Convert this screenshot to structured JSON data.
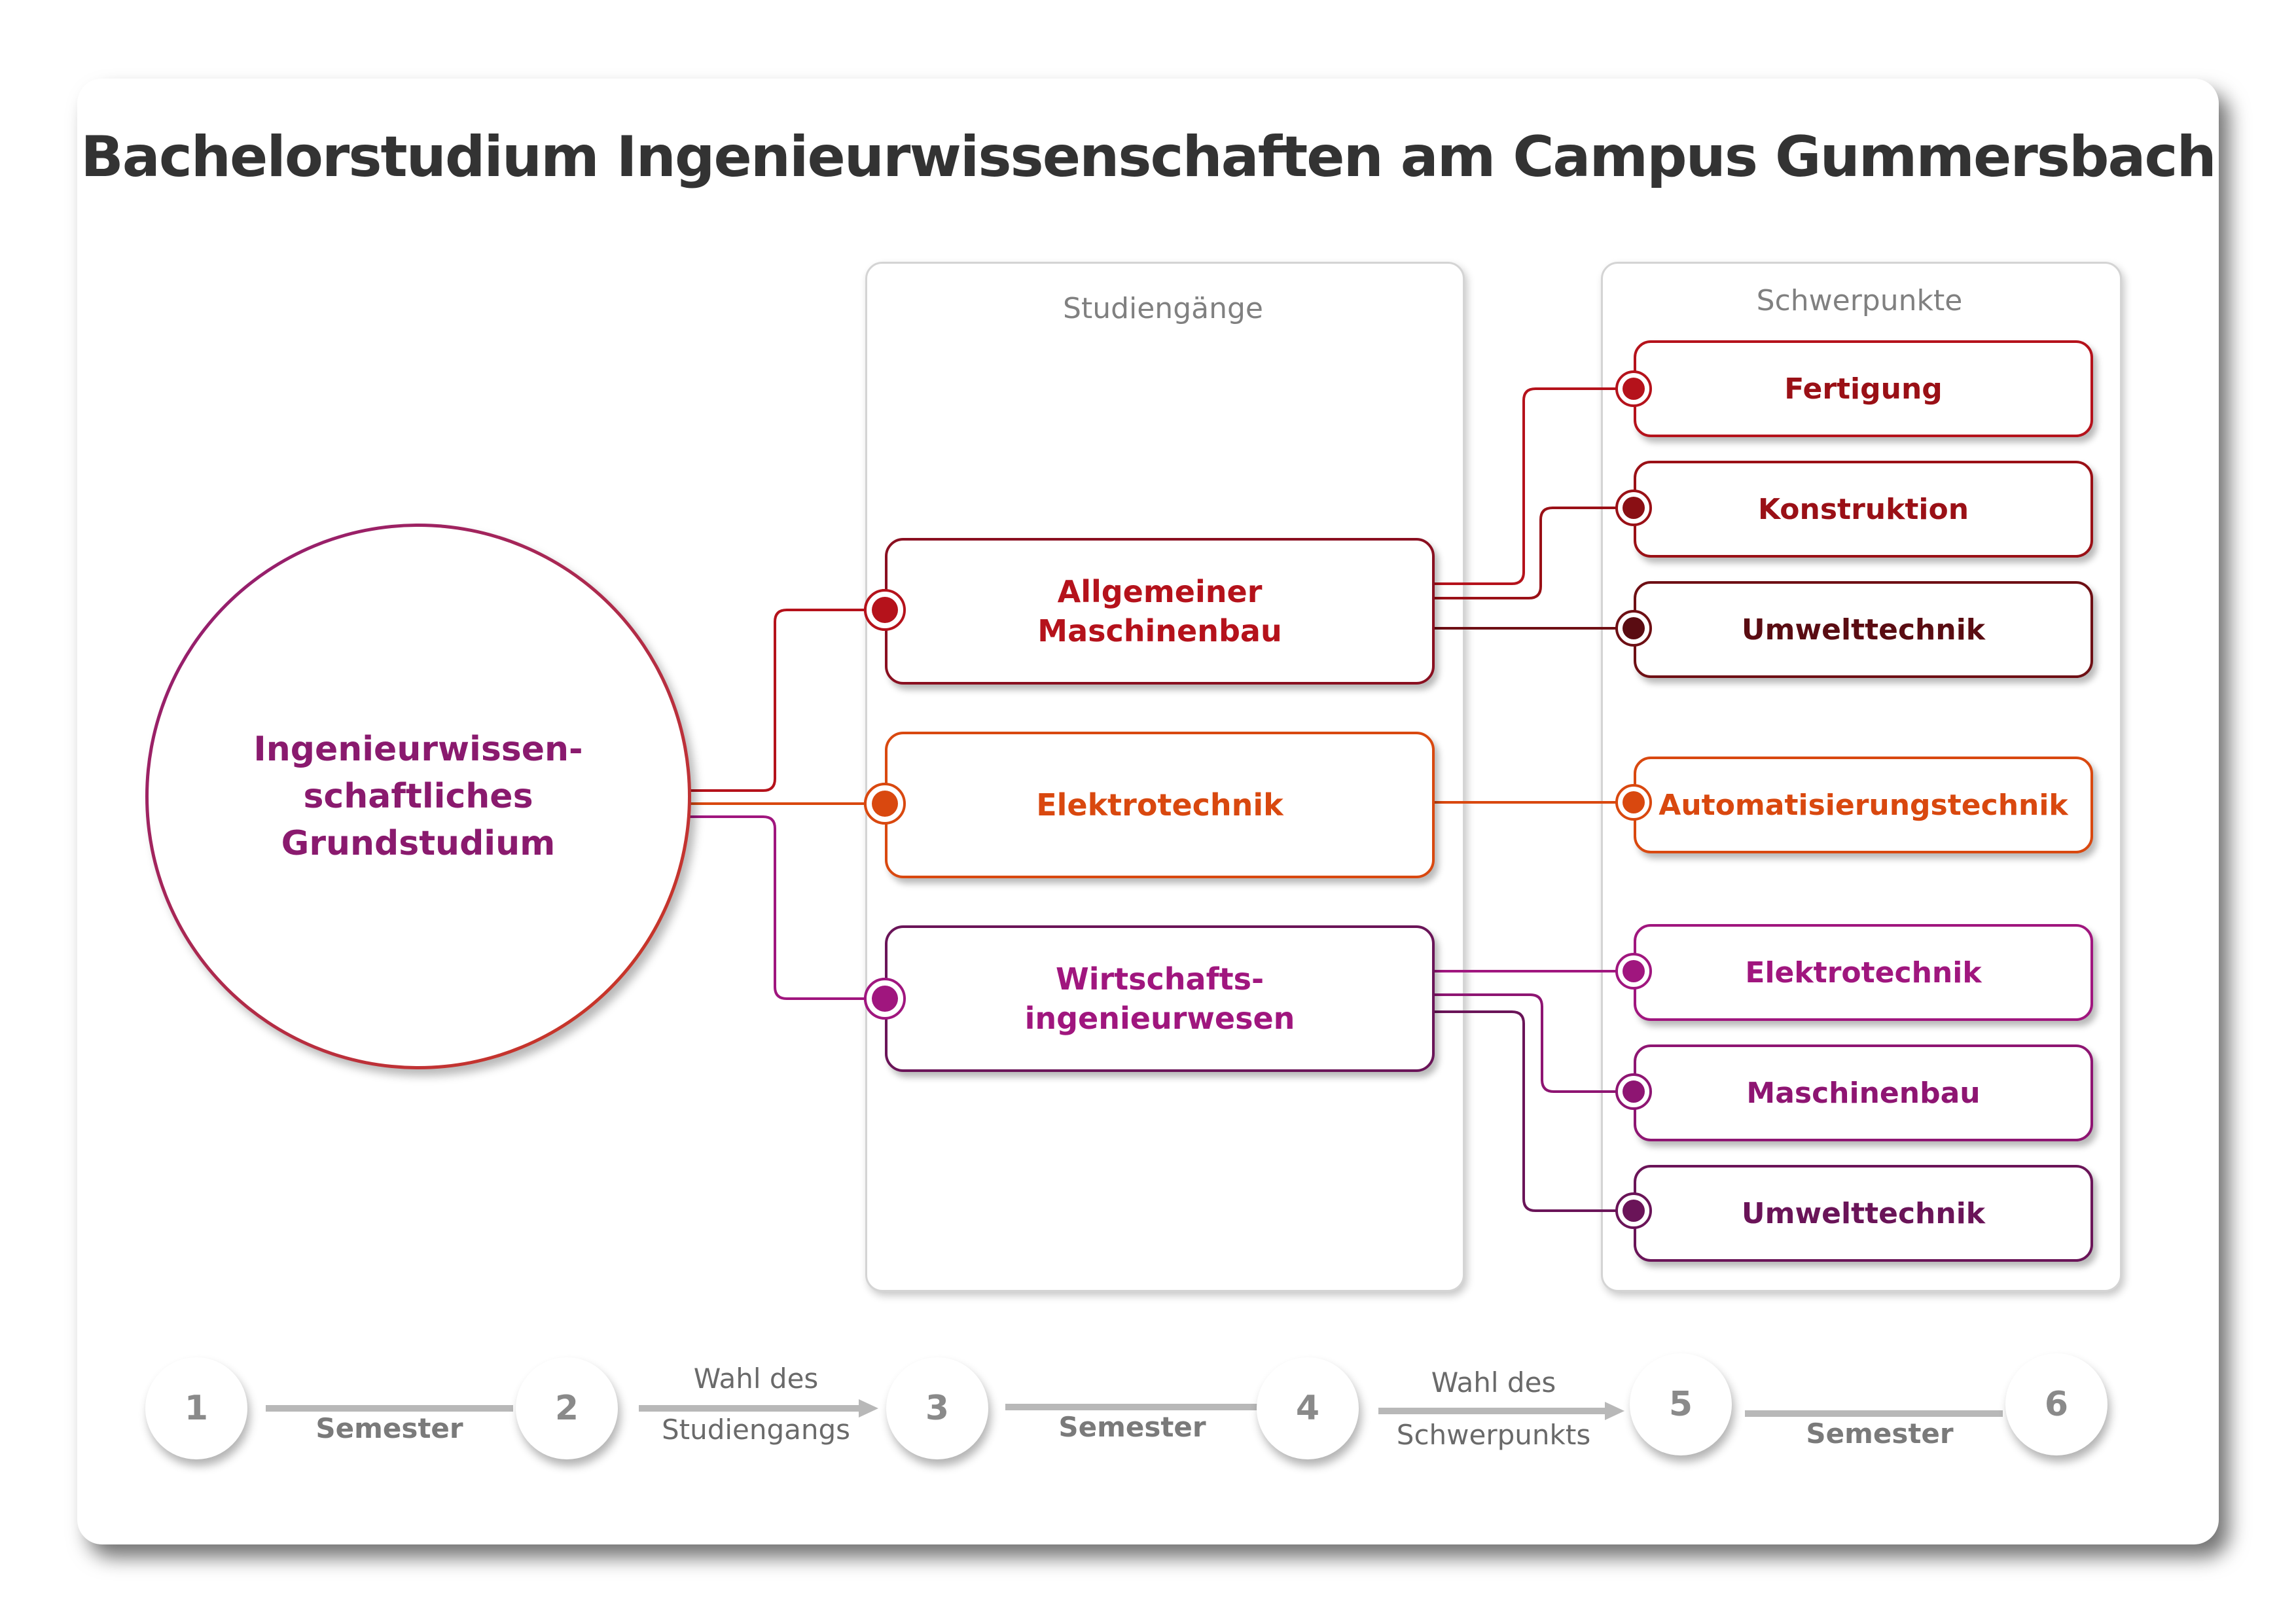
{
  "title": "Bachelorstudium Ingenieurwissenschaften am Campus Gummersbach",
  "root": {
    "label": "Ingenieurwissen-\nschaftliches\nGrundstudium"
  },
  "panels": {
    "studiengaenge": "Studiengänge",
    "schwerpunkte": "Schwerpunkte"
  },
  "programs": [
    {
      "label": "Allgemeiner\nMaschinenbau",
      "color": "#b5121b"
    },
    {
      "label": "Elektrotechnik",
      "color": "#d9480f"
    },
    {
      "label": "Wirtschafts-\ningenieurwesen",
      "color": "#a0167e"
    }
  ],
  "specializations": [
    {
      "label": "Fertigung",
      "color": "#b5121b"
    },
    {
      "label": "Konstruktion",
      "color": "#9a1016"
    },
    {
      "label": "Umwelttechnik",
      "color": "#6e0f14"
    },
    {
      "label": "Automatisierungstechnik",
      "color": "#d9480f"
    },
    {
      "label": "Elektrotechnik",
      "color": "#a0167e"
    },
    {
      "label": "Maschinenbau",
      "color": "#8e1572"
    },
    {
      "label": "Umwelttechnik",
      "color": "#6a1458"
    }
  ],
  "timeline": {
    "semesters": [
      "1",
      "2",
      "3",
      "4",
      "5",
      "6"
    ],
    "segments": [
      {
        "top": "",
        "bottom": "Semester"
      },
      {
        "top": "Wahl des",
        "bottom": "Studiengangs"
      },
      {
        "top": "",
        "bottom": "Semester"
      },
      {
        "top": "Wahl des",
        "bottom": "Schwerpunkts"
      },
      {
        "top": "",
        "bottom": "Semester"
      }
    ]
  }
}
